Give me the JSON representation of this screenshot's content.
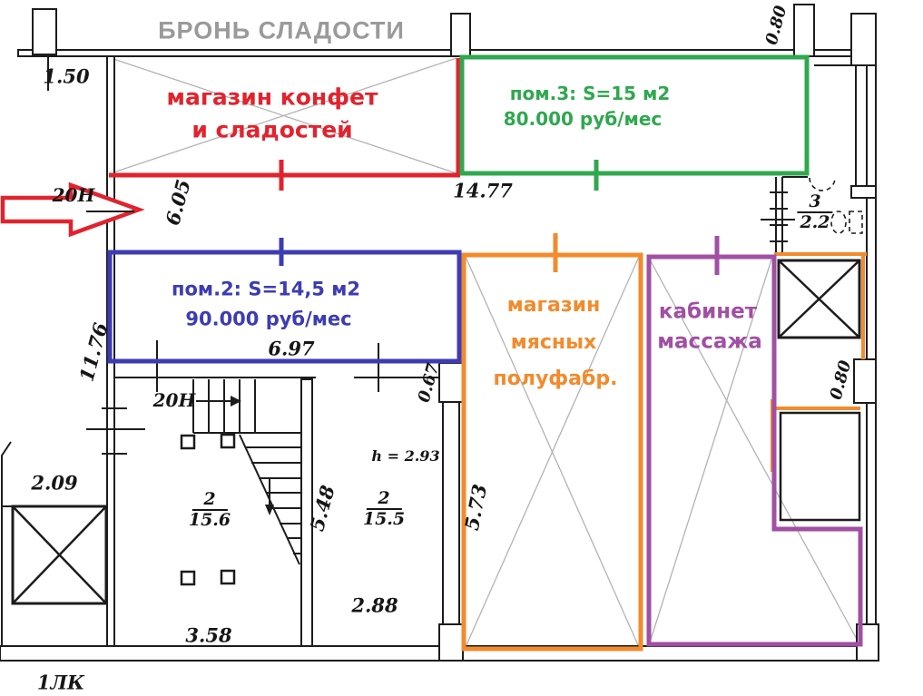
{
  "title": "БРОНЬ СЛАДОСТИ",
  "units": {
    "candy_shop": {
      "line1": "магазин конфет",
      "line2": "и сладостей"
    },
    "room3_offer": {
      "info": "пом.3: S=15 м2",
      "price": "80.000 руб/мес"
    },
    "room2_offer": {
      "info": "пом.2: S=14,5 м2",
      "price": "90.000 руб/мес"
    },
    "meat_shop": {
      "line1": "магазин",
      "line2": "мясных",
      "line3": "полуфабр."
    },
    "massage": {
      "line1": "кабинет",
      "line2": "массажа"
    }
  },
  "dimensions": {
    "d150": "1.50",
    "d605": "6.05",
    "d1477": "14.77",
    "d1176": "11.76",
    "d697": "6.97",
    "d067": "0.67",
    "d548": "5.48",
    "d573": "5.73",
    "d288": "2.88",
    "d358": "3.58",
    "d209": "2.09",
    "d080_top": "0.80",
    "d080_right": "0.80",
    "height_note": "h = 2.93"
  },
  "rooms": {
    "stair_room": {
      "number": "2",
      "area": "15.6"
    },
    "mid_room": {
      "number": "2",
      "area": "15.5"
    },
    "wc_room": {
      "number": "3",
      "area": "2.2"
    }
  },
  "labels": {
    "entrance": "20Н",
    "stair_mark": "20Н",
    "stair_block": "1ЛК"
  },
  "colors": {
    "red": "#e1232e",
    "green": "#2fa84f",
    "blue": "#3d3cb3",
    "orange": "#f28b2d",
    "purple": "#a14fa3",
    "title_gray": "#9a9a9a"
  }
}
